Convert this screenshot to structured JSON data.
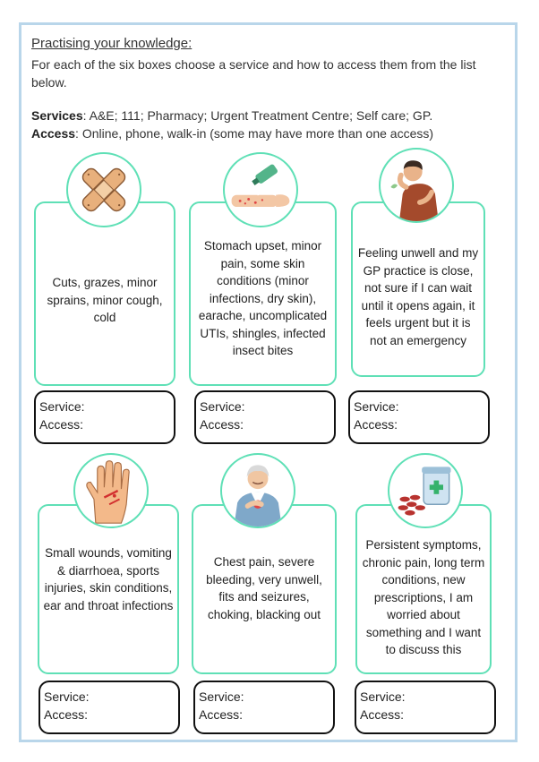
{
  "heading": "Practising your knowledge:",
  "intro": "For each of the six boxes choose a service and how to access them from the list below.",
  "services_label": "Services",
  "services_text": ": A&E; 111; Pharmacy; Urgent Treatment Centre; Self care; GP.",
  "access_label": "Access",
  "access_text": ": Online, phone, walk-in (some may have more than one access)",
  "answer_labels": {
    "service": "Service:",
    "access": "Access:"
  },
  "cards": [
    {
      "icon": "plaster-icon",
      "text": "Cuts, grazes, minor sprains, minor cough, cold"
    },
    {
      "icon": "cream-on-hand-icon",
      "text": "Stomach upset, minor pain, some skin conditions (minor infections, dry skin), earache, uncomplicated UTIs, shingles, infected insect bites"
    },
    {
      "icon": "unwell-person-icon",
      "text": "Feeling unwell and my GP practice is close, not sure if I can wait until it opens again, it feels urgent but it is not an emergency"
    },
    {
      "icon": "injured-hand-icon",
      "text": "Small wounds, vomiting & diarrhoea, sports injuries, skin conditions, ear and throat infections"
    },
    {
      "icon": "chest-pain-icon",
      "text": "Chest pain, severe bleeding, very unwell, fits and seizures, choking, blacking out"
    },
    {
      "icon": "medication-icon",
      "text": "Persistent symptoms, chronic pain, long term conditions, new prescriptions, I am worried about something and I want to discuss this"
    }
  ],
  "colors": {
    "accent": "#5fe0b6",
    "frame": "#b9d6ea",
    "answer_border": "#111111"
  }
}
